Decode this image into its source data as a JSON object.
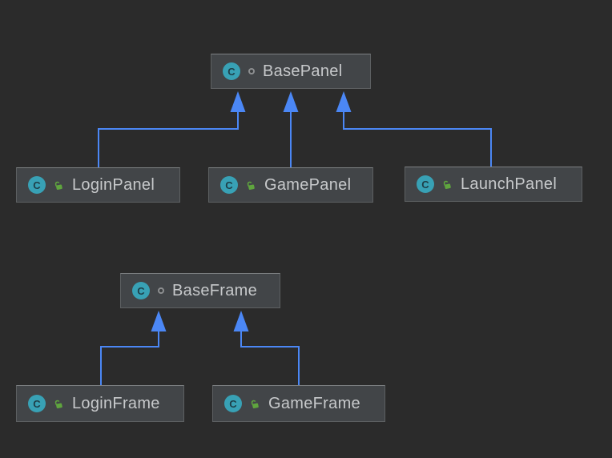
{
  "diagram": {
    "type": "uml-class-inheritance-diagram",
    "class_icon_letter": "C",
    "colors": {
      "background": "#2b2b2b",
      "node_fill": "#424548",
      "node_border": "#5d6062",
      "label_text": "#c7c9cb",
      "edge_arrow_blue": "#4b87f5",
      "class_icon_teal": "#38a1b5",
      "visibility_dot_gray": "#8d8f91",
      "open_lock_green": "#5fa53e"
    },
    "nodes": [
      {
        "label": "BasePanel",
        "icons": [
          "class-icon",
          "dot-visibility-icon"
        ]
      },
      {
        "label": "LoginPanel",
        "icons": [
          "class-icon",
          "open-lock-icon"
        ]
      },
      {
        "label": "GamePanel",
        "icons": [
          "class-icon",
          "open-lock-icon"
        ]
      },
      {
        "label": "LaunchPanel",
        "icons": [
          "class-icon",
          "open-lock-icon"
        ]
      },
      {
        "label": "BaseFrame",
        "icons": [
          "class-icon",
          "dot-visibility-icon"
        ]
      },
      {
        "label": "LoginFrame",
        "icons": [
          "class-icon",
          "open-lock-icon"
        ]
      },
      {
        "label": "GameFrame",
        "icons": [
          "class-icon",
          "open-lock-icon"
        ]
      }
    ],
    "edges": [
      {
        "from": "LoginPanel",
        "to": "BasePanel",
        "type": "inheritance"
      },
      {
        "from": "GamePanel",
        "to": "BasePanel",
        "type": "inheritance"
      },
      {
        "from": "LaunchPanel",
        "to": "BasePanel",
        "type": "inheritance"
      },
      {
        "from": "LoginFrame",
        "to": "BaseFrame",
        "type": "inheritance"
      },
      {
        "from": "GameFrame",
        "to": "BaseFrame",
        "type": "inheritance"
      }
    ]
  }
}
